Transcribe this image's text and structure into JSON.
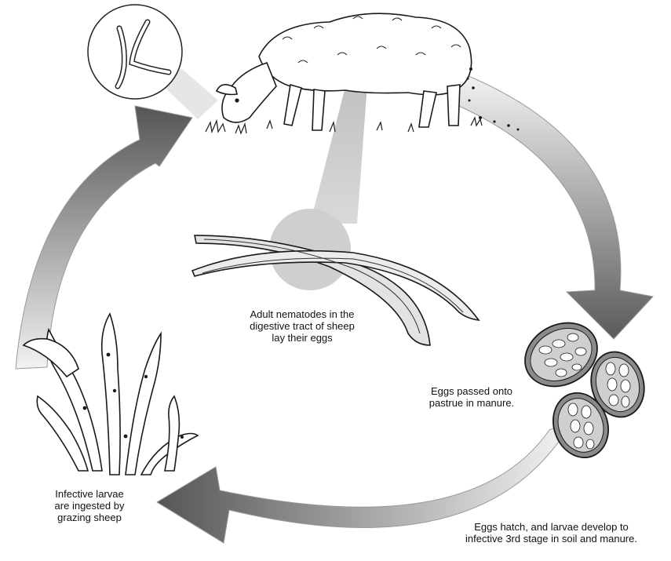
{
  "diagram": {
    "captions": {
      "adult_nematodes": [
        "Adult nematodes in the",
        "digestive tract of sheep",
        "lay their eggs"
      ],
      "eggs_passed": [
        "Eggs passed onto",
        "pastrue in manure."
      ],
      "eggs_hatch": [
        "Eggs hatch, and larvae develop to",
        "infective 3rd stage in soil and manure."
      ],
      "infective_larvae": [
        "Infective larvae",
        "are ingested by",
        "grazing sheep"
      ]
    },
    "colors": {
      "arrow_light": "#f2f2f2",
      "arrow_dark": "#555555",
      "outline": "#1a1a1a",
      "spotlight": "#c8c8c8"
    },
    "icons": [
      "sheep-icon",
      "larva-magnifier-icon",
      "adult-nematodes-icon",
      "egg-icon",
      "grass-larvae-icon"
    ]
  }
}
